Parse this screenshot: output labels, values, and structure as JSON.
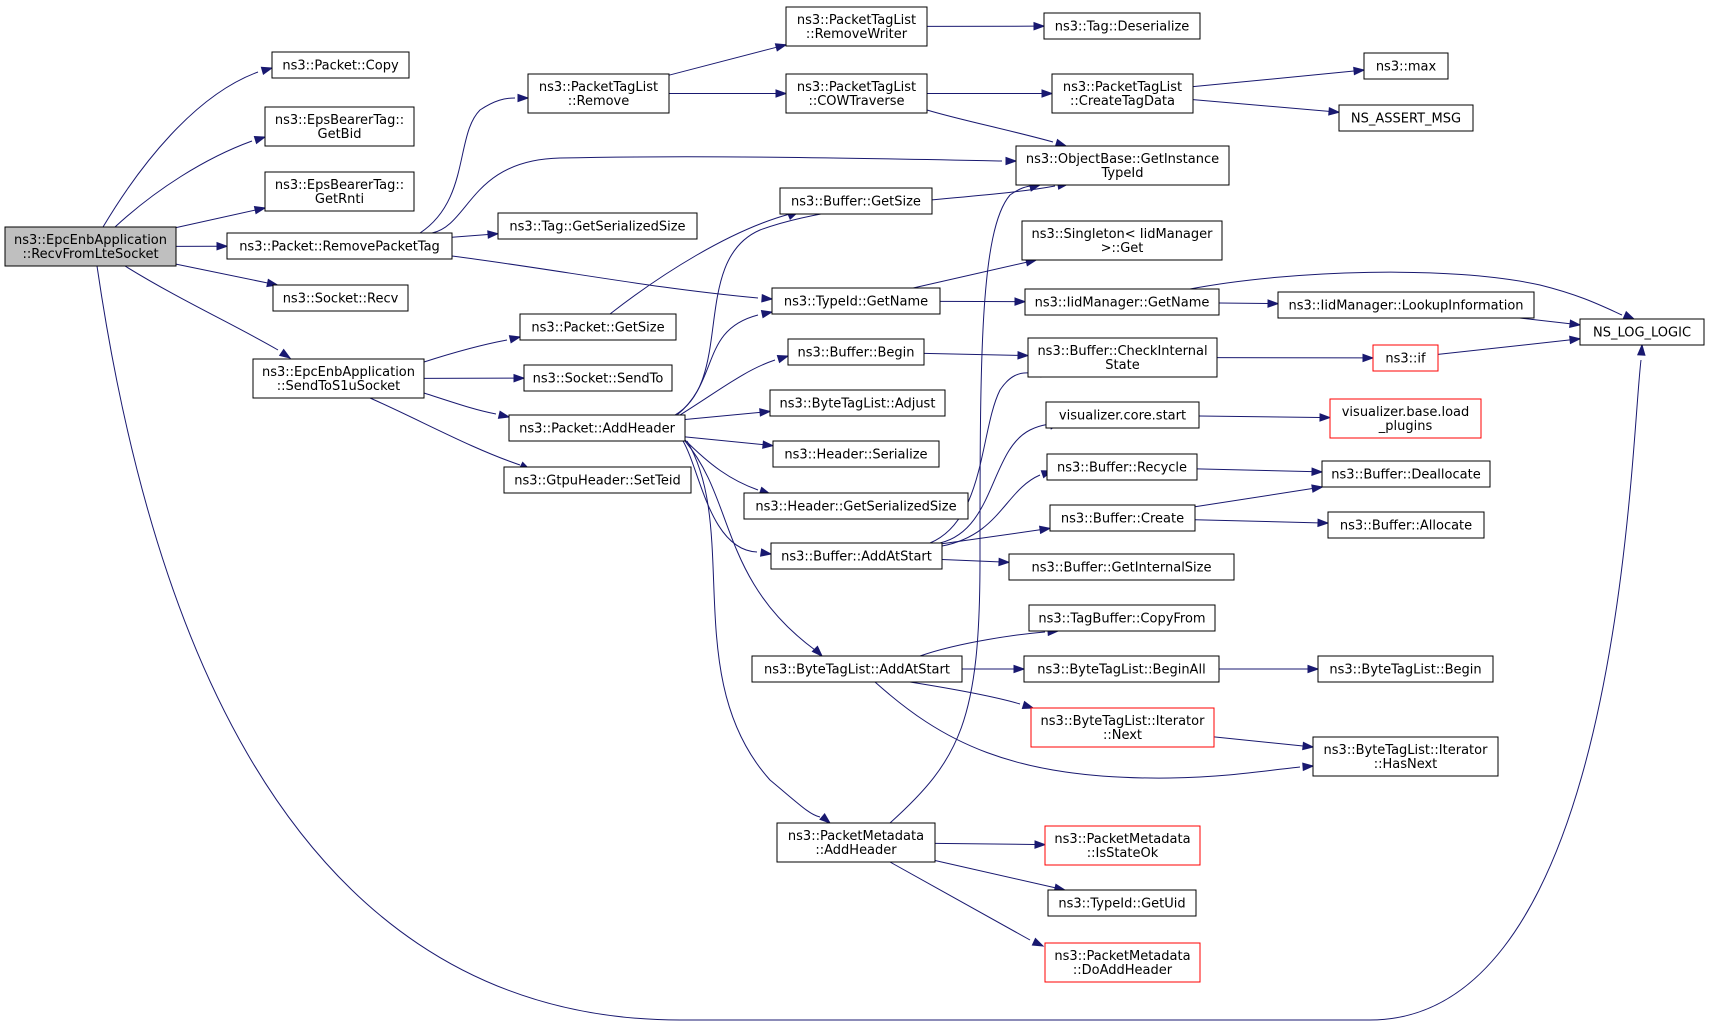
{
  "colors": {
    "edge": "#191970",
    "node_border": "#000000",
    "node_border_truncated": "#ff0000",
    "root_fill": "#bfbfbf",
    "node_fill": "#ffffff"
  },
  "nodes": [
    {
      "id": "recv_from_lte",
      "lines": [
        "ns3::EpcEnbApplication",
        "::RecvFromLteSocket"
      ],
      "style": "root"
    },
    {
      "id": "packet_copy",
      "lines": [
        "ns3::Packet::Copy"
      ]
    },
    {
      "id": "epsbearer_getbid",
      "lines": [
        "ns3::EpsBearerTag::",
        "GetBid"
      ]
    },
    {
      "id": "epsbearer_getrnti",
      "lines": [
        "ns3::EpsBearerTag::",
        "GetRnti"
      ]
    },
    {
      "id": "packet_removepackettag",
      "lines": [
        "ns3::Packet::RemovePacketTag"
      ]
    },
    {
      "id": "socket_recv",
      "lines": [
        "ns3::Socket::Recv"
      ]
    },
    {
      "id": "send_to_s1u",
      "lines": [
        "ns3::EpcEnbApplication",
        "::SendToS1uSocket"
      ]
    },
    {
      "id": "ptl_remove",
      "lines": [
        "ns3::PacketTagList",
        "::Remove"
      ]
    },
    {
      "id": "tag_getserializedsize",
      "lines": [
        "ns3::Tag::GetSerializedSize"
      ]
    },
    {
      "id": "packet_getsize",
      "lines": [
        "ns3::Packet::GetSize"
      ]
    },
    {
      "id": "socket_sendto",
      "lines": [
        "ns3::Socket::SendTo"
      ]
    },
    {
      "id": "packet_addheader",
      "lines": [
        "ns3::Packet::AddHeader"
      ]
    },
    {
      "id": "gtpu_setteid",
      "lines": [
        "ns3::GtpuHeader::SetTeid"
      ]
    },
    {
      "id": "ptl_removewriter",
      "lines": [
        "ns3::PacketTagList",
        "::RemoveWriter"
      ]
    },
    {
      "id": "ptl_cowtraverse",
      "lines": [
        "ns3::PacketTagList",
        "::COWTraverse"
      ]
    },
    {
      "id": "buffer_getsize",
      "lines": [
        "ns3::Buffer::GetSize"
      ]
    },
    {
      "id": "typeid_getname",
      "lines": [
        "ns3::TypeId::GetName"
      ]
    },
    {
      "id": "buffer_begin",
      "lines": [
        "ns3::Buffer::Begin"
      ]
    },
    {
      "id": "btl_adjust",
      "lines": [
        "ns3::ByteTagList::Adjust"
      ]
    },
    {
      "id": "header_serialize",
      "lines": [
        "ns3::Header::Serialize"
      ]
    },
    {
      "id": "header_getserializedsize",
      "lines": [
        "ns3::Header::GetSerializedSize"
      ]
    },
    {
      "id": "buffer_addatstart",
      "lines": [
        "ns3::Buffer::AddAtStart"
      ]
    },
    {
      "id": "btl_addatstart",
      "lines": [
        "ns3::ByteTagList::AddAtStart"
      ]
    },
    {
      "id": "pm_addheader",
      "lines": [
        "ns3::PacketMetadata",
        "::AddHeader"
      ]
    },
    {
      "id": "tag_deserialize",
      "lines": [
        "ns3::Tag::Deserialize"
      ]
    },
    {
      "id": "ptl_createtagdata",
      "lines": [
        "ns3::PacketTagList",
        "::CreateTagData"
      ]
    },
    {
      "id": "objectbase_getinstancetypeid",
      "lines": [
        "ns3::ObjectBase::GetInstance",
        "TypeId"
      ]
    },
    {
      "id": "singleton_get",
      "lines": [
        "ns3::Singleton< IidManager",
        " >::Get"
      ]
    },
    {
      "id": "iidmanager_getname",
      "lines": [
        "ns3::IidManager::GetName"
      ]
    },
    {
      "id": "buffer_checkinternalstate",
      "lines": [
        "ns3::Buffer::CheckInternal",
        "State"
      ]
    },
    {
      "id": "visualizer_core_start",
      "lines": [
        "visualizer.core.start"
      ]
    },
    {
      "id": "buffer_recycle",
      "lines": [
        "ns3::Buffer::Recycle"
      ]
    },
    {
      "id": "buffer_create",
      "lines": [
        "ns3::Buffer::Create"
      ]
    },
    {
      "id": "buffer_getinternalsize",
      "lines": [
        "ns3::Buffer::GetInternalSize"
      ]
    },
    {
      "id": "tagbuffer_copyfrom",
      "lines": [
        "ns3::TagBuffer::CopyFrom"
      ]
    },
    {
      "id": "btl_beginall",
      "lines": [
        "ns3::ByteTagList::BeginAll"
      ]
    },
    {
      "id": "btl_iterator_next",
      "lines": [
        "ns3::ByteTagList::Iterator",
        "::Next"
      ],
      "style": "truncated"
    },
    {
      "id": "pm_isstateok",
      "lines": [
        "ns3::PacketMetadata",
        "::IsStateOk"
      ],
      "style": "truncated"
    },
    {
      "id": "typeid_getuid",
      "lines": [
        "ns3::TypeId::GetUid"
      ]
    },
    {
      "id": "pm_doaddheader",
      "lines": [
        "ns3::PacketMetadata",
        "::DoAddHeader"
      ],
      "style": "truncated"
    },
    {
      "id": "ns3_max",
      "lines": [
        "ns3::max"
      ]
    },
    {
      "id": "ns_assert_msg",
      "lines": [
        "NS_ASSERT_MSG"
      ]
    },
    {
      "id": "iidmanager_lookupinformation",
      "lines": [
        "ns3::IidManager::LookupInformation"
      ]
    },
    {
      "id": "ns3_if",
      "lines": [
        "ns3::if"
      ],
      "style": "truncated"
    },
    {
      "id": "visualizer_load_plugins",
      "lines": [
        "visualizer.base.load",
        "_plugins"
      ],
      "style": "truncated"
    },
    {
      "id": "buffer_deallocate",
      "lines": [
        "ns3::Buffer::Deallocate"
      ]
    },
    {
      "id": "buffer_allocate",
      "lines": [
        "ns3::Buffer::Allocate"
      ]
    },
    {
      "id": "btl_begin",
      "lines": [
        "ns3::ByteTagList::Begin"
      ]
    },
    {
      "id": "btl_iterator_hasnext",
      "lines": [
        "ns3::ByteTagList::Iterator",
        "::HasNext"
      ]
    },
    {
      "id": "ns_log_logic",
      "lines": [
        "NS_LOG_LOGIC"
      ]
    }
  ],
  "edges": [
    [
      "recv_from_lte",
      "packet_copy"
    ],
    [
      "recv_from_lte",
      "epsbearer_getbid"
    ],
    [
      "recv_from_lte",
      "epsbearer_getrnti"
    ],
    [
      "recv_from_lte",
      "packet_removepackettag"
    ],
    [
      "recv_from_lte",
      "socket_recv"
    ],
    [
      "recv_from_lte",
      "send_to_s1u"
    ],
    [
      "recv_from_lte",
      "ns_log_logic"
    ],
    [
      "packet_removepackettag",
      "ptl_remove"
    ],
    [
      "packet_removepackettag",
      "objectbase_getinstancetypeid"
    ],
    [
      "packet_removepackettag",
      "tag_getserializedsize"
    ],
    [
      "packet_removepackettag",
      "typeid_getname"
    ],
    [
      "send_to_s1u",
      "packet_getsize"
    ],
    [
      "send_to_s1u",
      "socket_sendto"
    ],
    [
      "send_to_s1u",
      "packet_addheader"
    ],
    [
      "send_to_s1u",
      "gtpu_setteid"
    ],
    [
      "ptl_remove",
      "ptl_removewriter"
    ],
    [
      "ptl_remove",
      "ptl_cowtraverse"
    ],
    [
      "packet_getsize",
      "buffer_getsize"
    ],
    [
      "packet_addheader",
      "objectbase_getinstancetypeid"
    ],
    [
      "packet_addheader",
      "typeid_getname"
    ],
    [
      "packet_addheader",
      "buffer_begin"
    ],
    [
      "packet_addheader",
      "btl_adjust"
    ],
    [
      "packet_addheader",
      "header_serialize"
    ],
    [
      "packet_addheader",
      "header_getserializedsize"
    ],
    [
      "packet_addheader",
      "buffer_addatstart"
    ],
    [
      "packet_addheader",
      "btl_addatstart"
    ],
    [
      "packet_addheader",
      "pm_addheader"
    ],
    [
      "ptl_removewriter",
      "tag_deserialize"
    ],
    [
      "ptl_cowtraverse",
      "ptl_createtagdata"
    ],
    [
      "ptl_cowtraverse",
      "objectbase_getinstancetypeid"
    ],
    [
      "ptl_createtagdata",
      "ns3_max"
    ],
    [
      "ptl_createtagdata",
      "ns_assert_msg"
    ],
    [
      "typeid_getname",
      "singleton_get"
    ],
    [
      "typeid_getname",
      "iidmanager_getname"
    ],
    [
      "iidmanager_getname",
      "iidmanager_lookupinformation"
    ],
    [
      "iidmanager_getname",
      "ns_log_logic"
    ],
    [
      "iidmanager_lookupinformation",
      "ns_log_logic"
    ],
    [
      "buffer_begin",
      "buffer_checkinternalstate"
    ],
    [
      "buffer_checkinternalstate",
      "ns3_if"
    ],
    [
      "ns3_if",
      "ns_log_logic"
    ],
    [
      "buffer_addatstart",
      "buffer_checkinternalstate"
    ],
    [
      "buffer_addatstart",
      "visualizer_core_start"
    ],
    [
      "buffer_addatstart",
      "buffer_recycle"
    ],
    [
      "buffer_addatstart",
      "buffer_create"
    ],
    [
      "buffer_addatstart",
      "buffer_getinternalsize"
    ],
    [
      "visualizer_core_start",
      "visualizer_load_plugins"
    ],
    [
      "buffer_recycle",
      "buffer_deallocate"
    ],
    [
      "buffer_create",
      "buffer_deallocate"
    ],
    [
      "buffer_create",
      "buffer_allocate"
    ],
    [
      "btl_addatstart",
      "tagbuffer_copyfrom"
    ],
    [
      "btl_addatstart",
      "btl_beginall"
    ],
    [
      "btl_addatstart",
      "btl_iterator_next"
    ],
    [
      "btl_addatstart",
      "btl_iterator_hasnext"
    ],
    [
      "btl_beginall",
      "btl_begin"
    ],
    [
      "btl_iterator_next",
      "btl_iterator_hasnext"
    ],
    [
      "pm_addheader",
      "objectbase_getinstancetypeid"
    ],
    [
      "pm_addheader",
      "pm_isstateok"
    ],
    [
      "pm_addheader",
      "typeid_getuid"
    ],
    [
      "pm_addheader",
      "pm_doaddheader"
    ]
  ]
}
